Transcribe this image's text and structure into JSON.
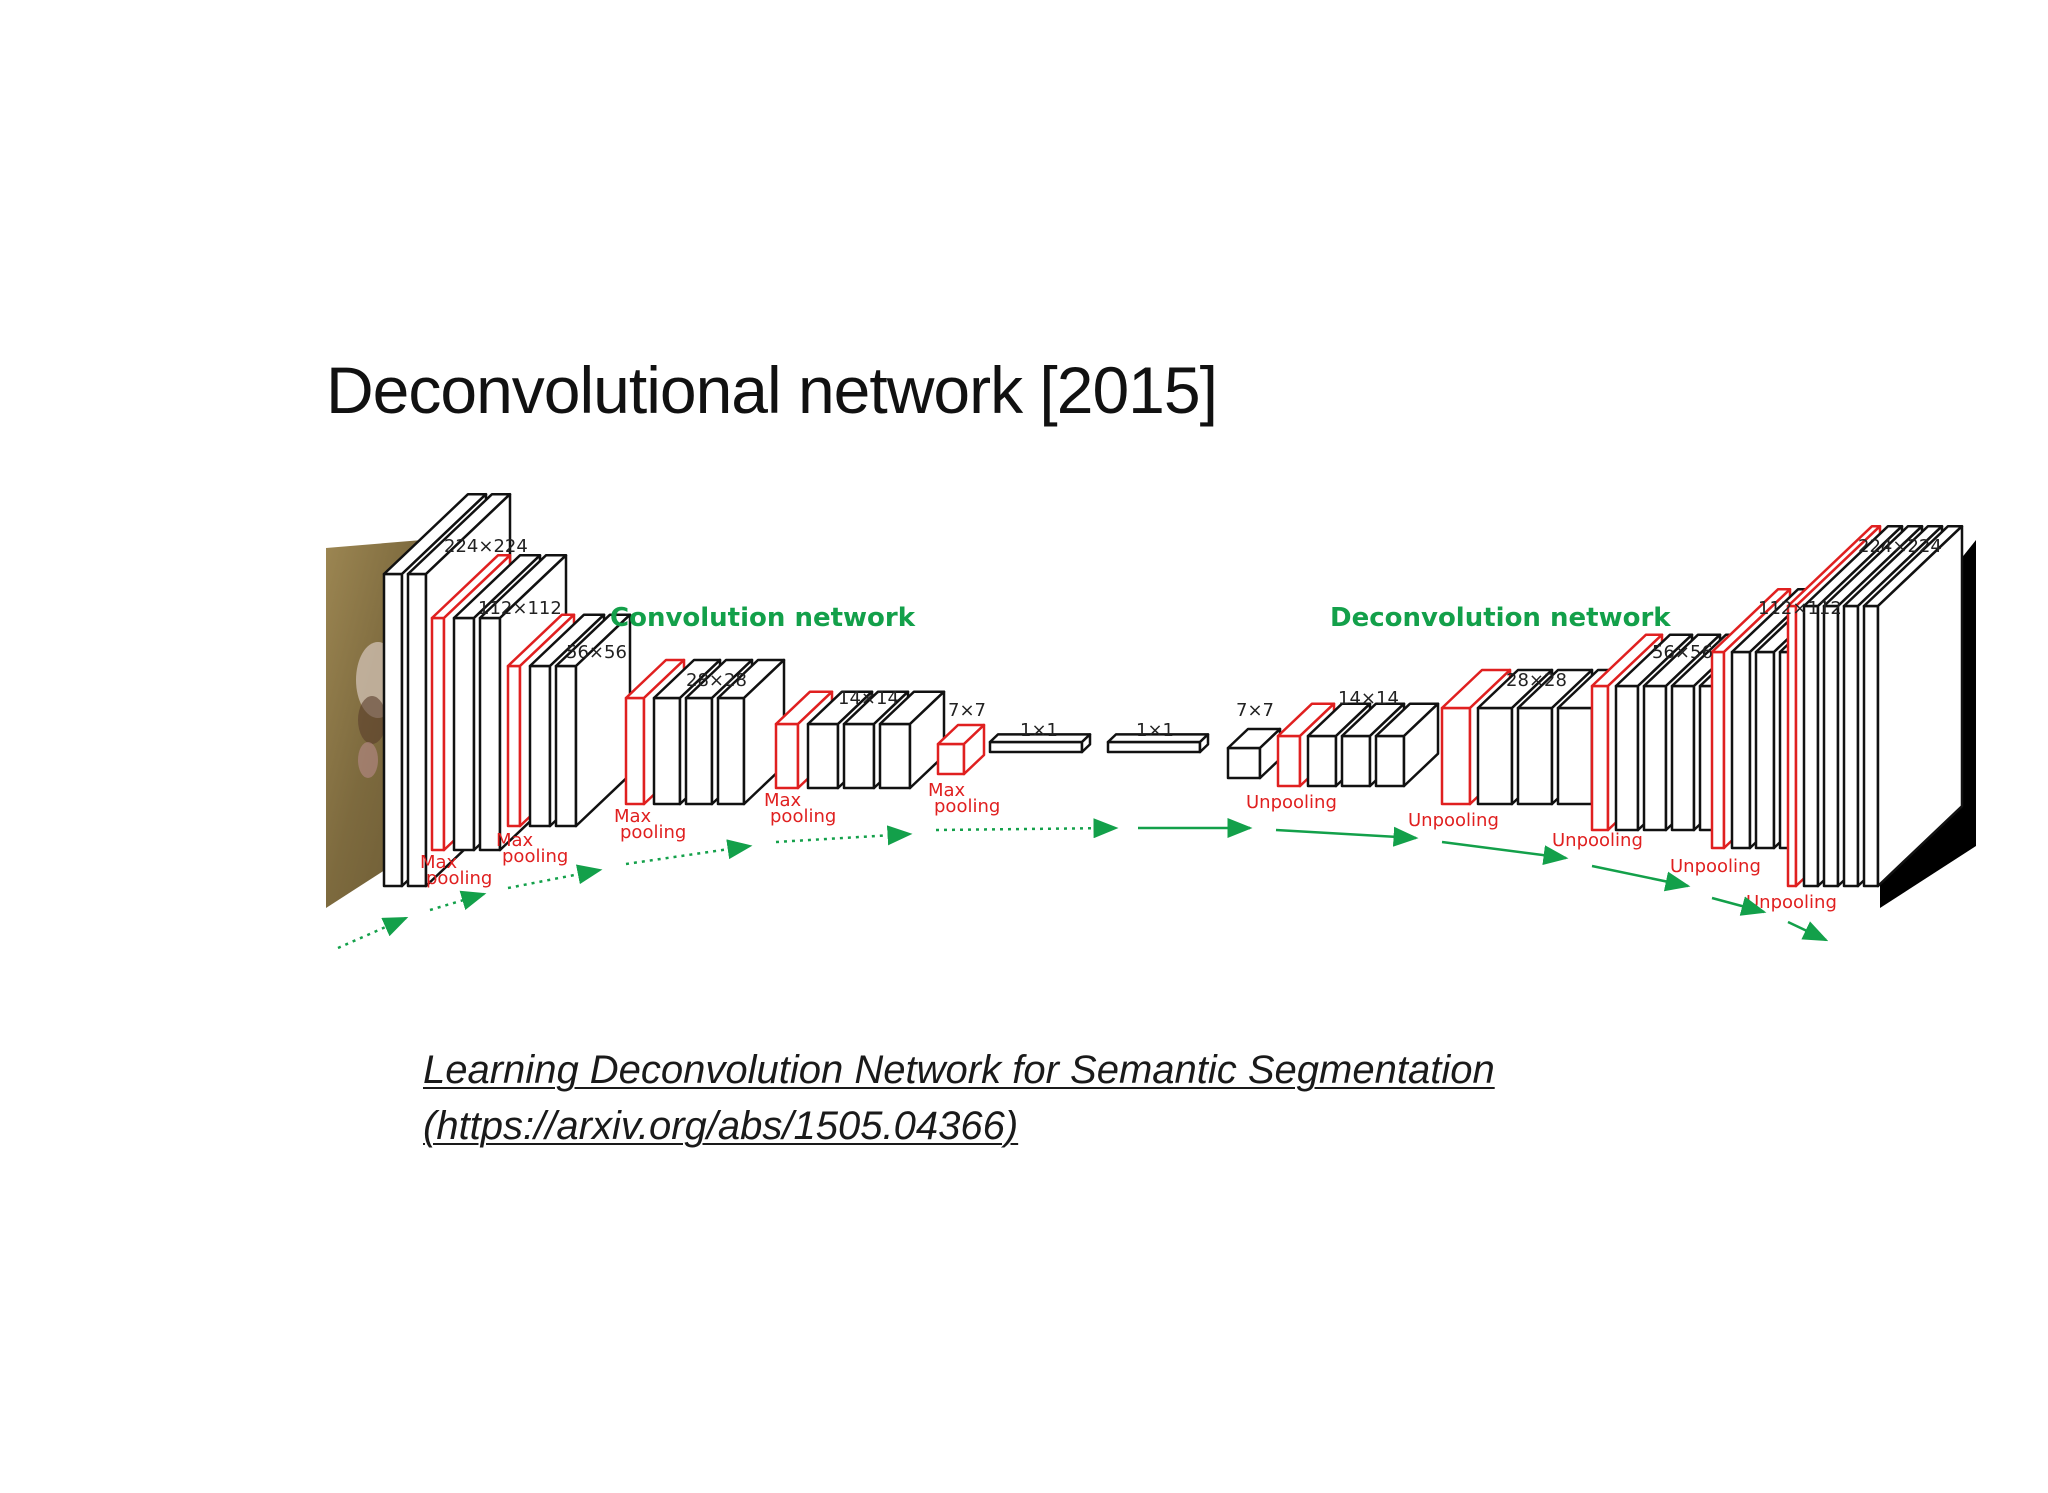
{
  "slide": {
    "title": "Deconvolutional network [2015]"
  },
  "diagram": {
    "conv_title": "Convolution network",
    "deconv_title": "Deconvolution network",
    "conv_sizes": [
      "224×224",
      "112×112",
      "56×56",
      "28×28",
      "14×14",
      "7×7",
      "1×1"
    ],
    "deconv_sizes": [
      "1×1",
      "7×7",
      "14×14",
      "28×28",
      "56×56",
      "112×112",
      "224×224"
    ],
    "pool_label_1": "Max",
    "pool_label_2": "pooling",
    "unpool_label": "Unpooling",
    "colors": {
      "layer_stroke": "#111111",
      "pool_stroke": "#e02020",
      "network_title": "#13a04a",
      "arrow": "#13a04a",
      "mask_fill": "#5a3ea8",
      "input_image": "#8a7448"
    },
    "input_image_icon": "dog-photo",
    "output_mask_icon": "segmentation-mask"
  },
  "citation": {
    "title": "Learning Deconvolution Network for Semantic Segmentation",
    "url": "(https://arxiv.org/abs/1505.04366)"
  }
}
